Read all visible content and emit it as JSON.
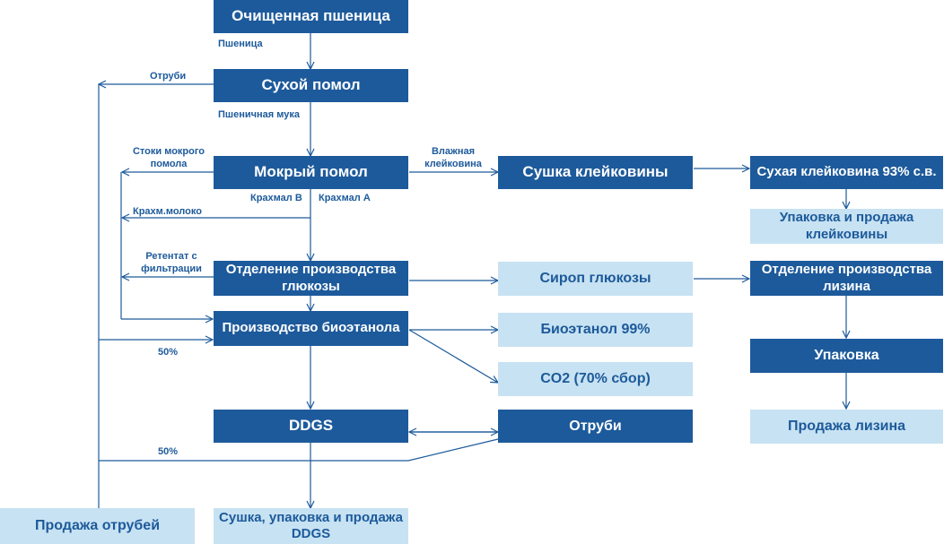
{
  "nodes": {
    "cleaned_wheat": "Очищенная пшеница",
    "dry_milling": "Сухой помол",
    "wet_milling": "Мокрый помол",
    "gluten_drying": "Сушка клейковины",
    "dry_gluten": "Сухая клейковина 93% с.в.",
    "gluten_packing": "Упаковка и продажа клейковины",
    "glucose_separation": "Отделение производства глюкозы",
    "glucose_syrup": "Сироп глюкозы",
    "lysine_separation": "Отделение производства лизина",
    "bioethanol_production": "Производство биоэтанола",
    "bioethanol": "Биоэтанол 99%",
    "co2": "CO2 (70% сбор)",
    "packing": "Упаковка",
    "ddgs": "DDGS",
    "bran": "Отруби",
    "lysine_sale": "Продажа лизина",
    "bran_sale": "Продажа отрубей",
    "ddgs_packing": "Сушка, упаковка и продажа DDGS"
  },
  "labels": {
    "wheat": "Пшеница",
    "bran_out": "Отруби",
    "flour": "Пшеничная мука",
    "wet_wastes": "Стоки мокрого помола",
    "wet_gluten": "Влажная клейковина",
    "starch_b": "Крахмал B",
    "starch_a": "Крахмал А",
    "starch_milk": "Крахм.молоко",
    "retentate": "Ретентат с фильтрации",
    "pct_1": "50%",
    "pct_2": "50%"
  },
  "colors": {
    "dark_box": "#1d5a9b",
    "light_box": "#c7e2f2",
    "line": "#1d5a9b"
  }
}
